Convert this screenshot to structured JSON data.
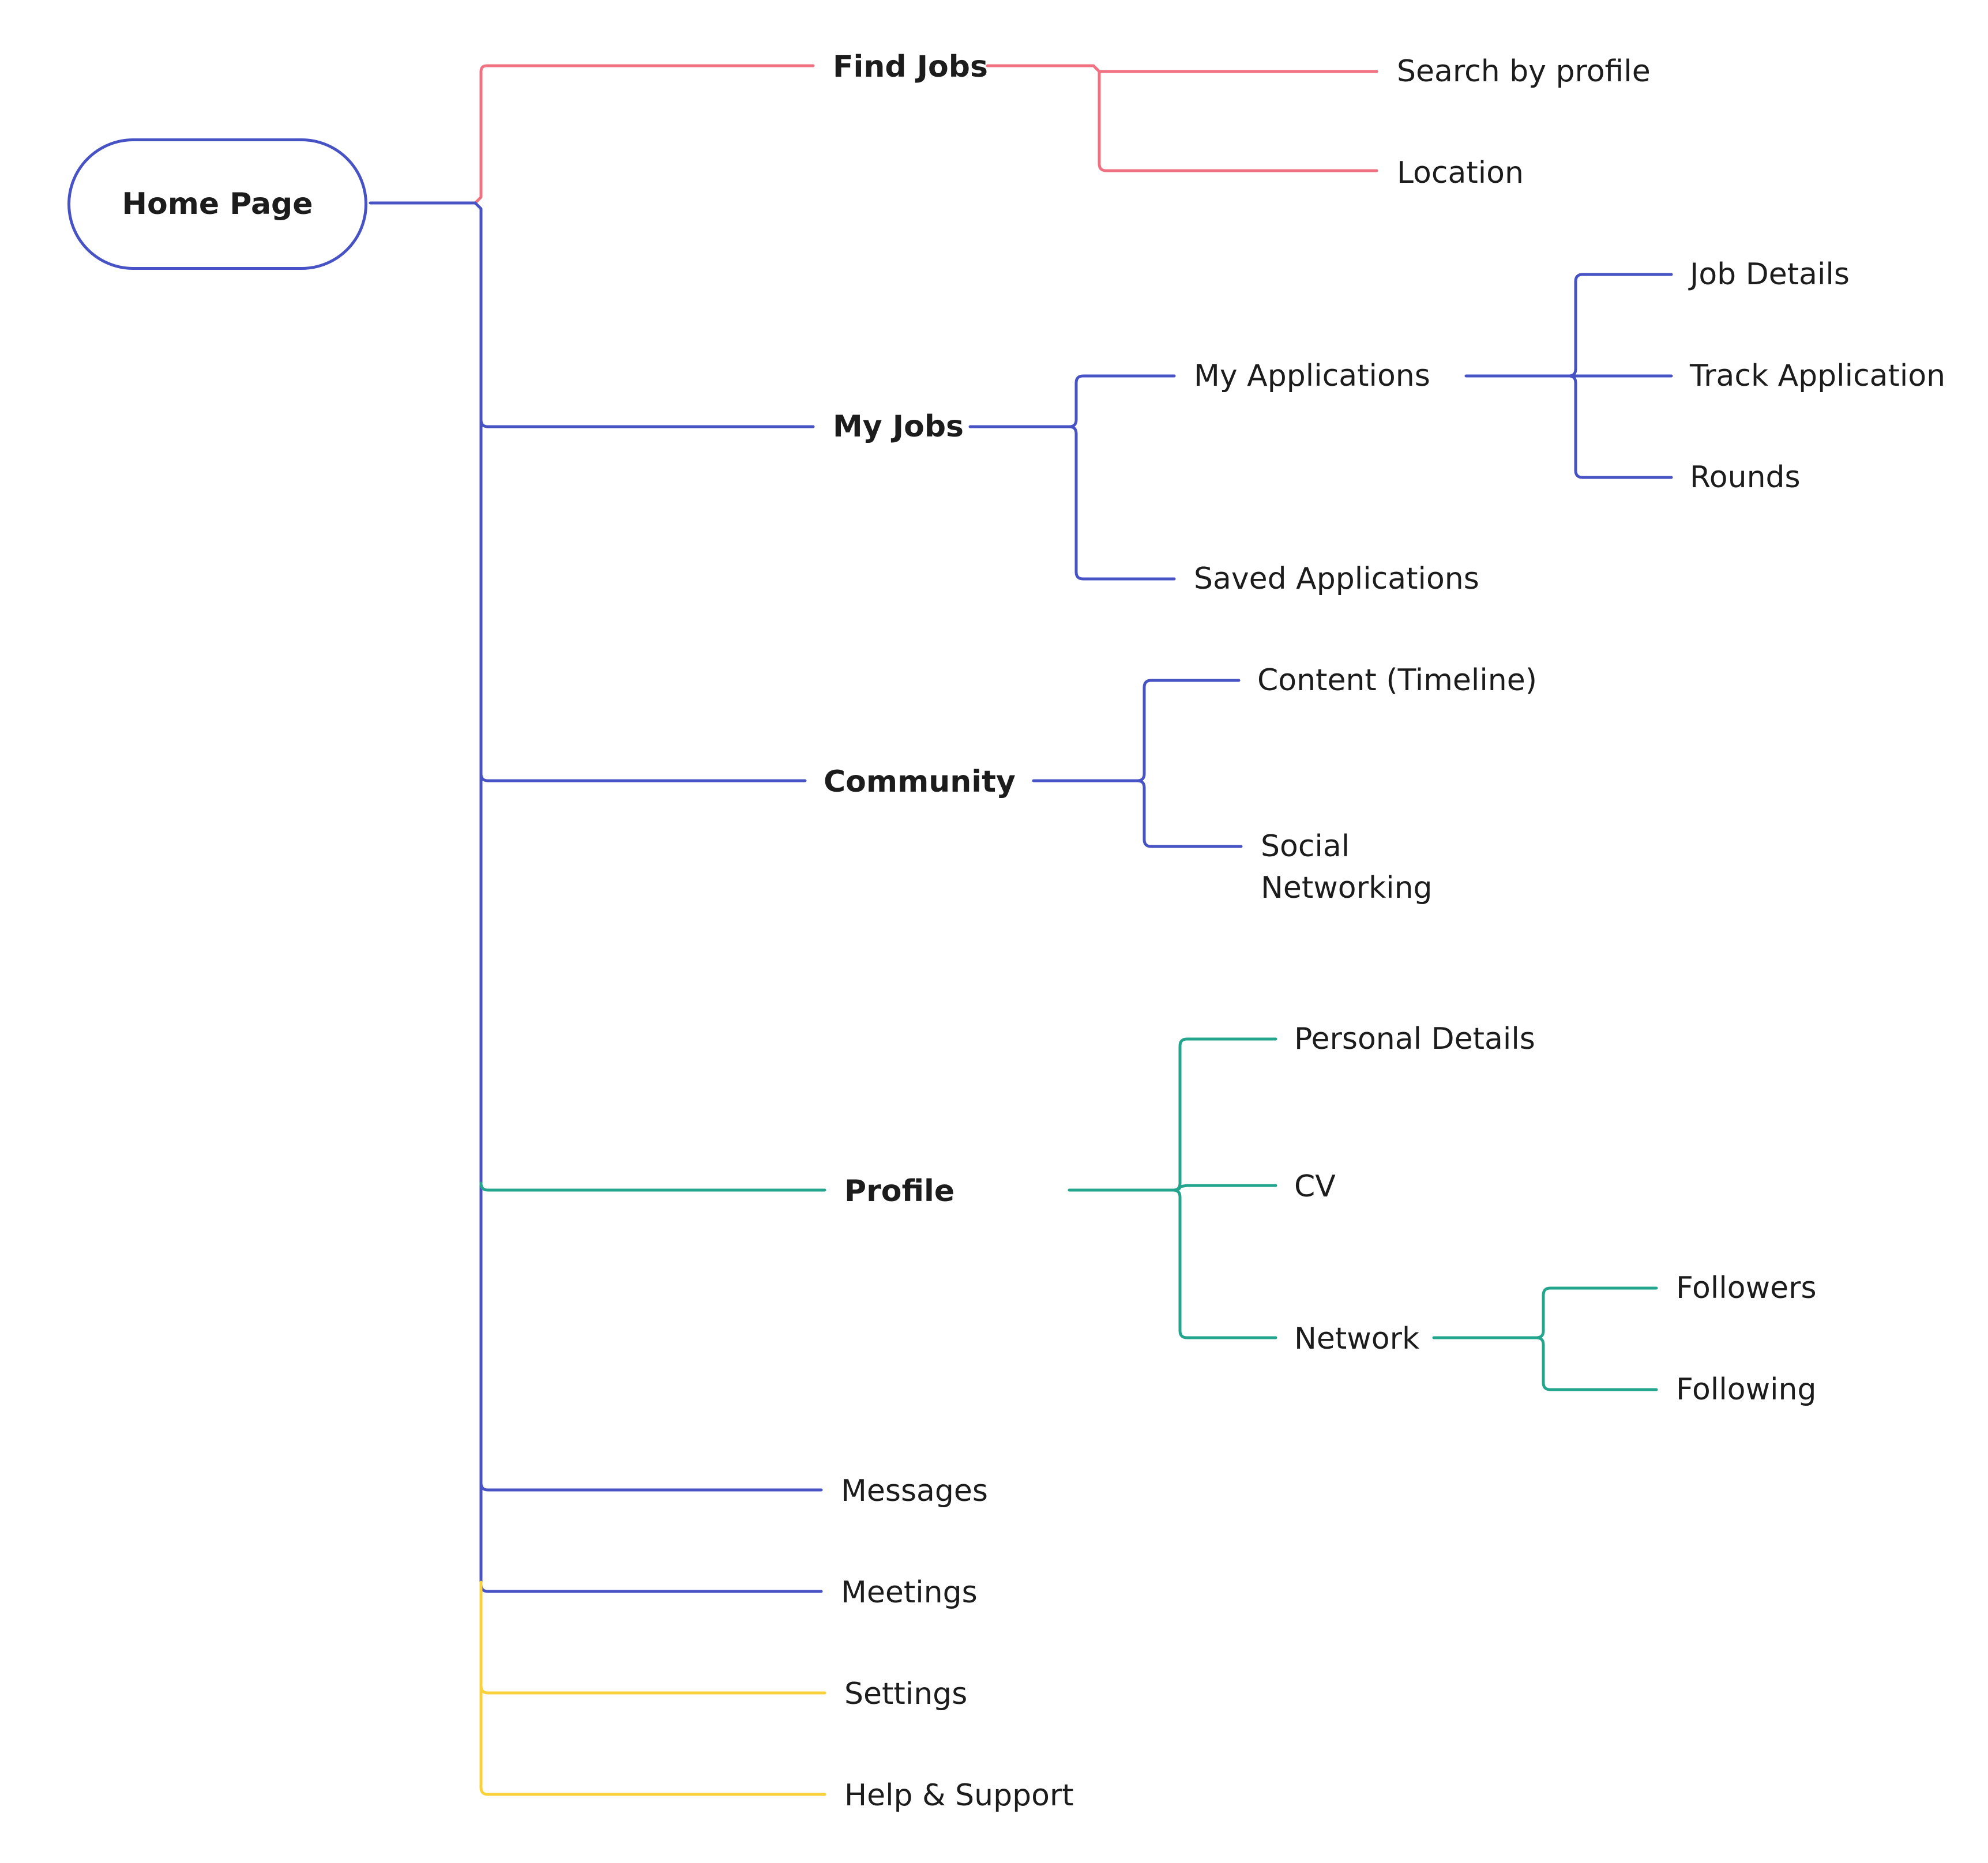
{
  "colors": {
    "red": "#f07282",
    "blue": "#4752c4",
    "green": "#23a58d",
    "yellow": "#f9d13a",
    "node_border": "#4752c4",
    "text": "#1c1c1c"
  },
  "root": {
    "label": "Home Page"
  },
  "branches": {
    "find_jobs": {
      "label": "Find Jobs",
      "children": [
        "Search by profile",
        "Location"
      ]
    },
    "my_jobs": {
      "label": "My Jobs",
      "my_applications": {
        "label": "My Applications",
        "children": [
          "Job Details",
          "Track Application",
          "Rounds"
        ]
      },
      "saved_applications": "Saved Applications"
    },
    "community": {
      "label": "Community",
      "children": [
        "Content (Timeline)",
        "Social Networking"
      ]
    },
    "profile": {
      "label": "Profile",
      "personal_details": "Personal Details",
      "cv": "CV",
      "network": {
        "label": "Network",
        "children": [
          "Followers",
          "Following"
        ]
      }
    },
    "messages": "Messages",
    "meetings": "Meetings",
    "settings": "Settings",
    "help_support": "Help & Support"
  }
}
